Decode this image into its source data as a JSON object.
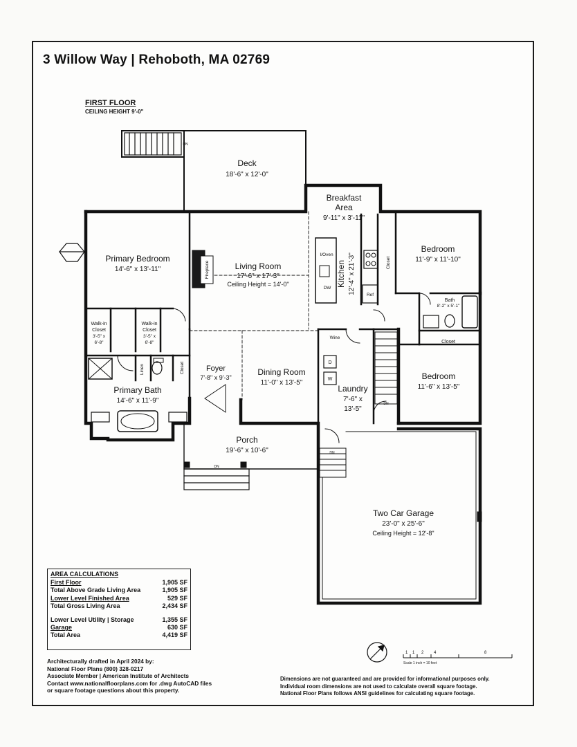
{
  "header": {
    "title": "3 Willow Way | Rehoboth, MA 02769",
    "floor_title": "FIRST FLOOR",
    "floor_ceiling": "CEILING HEIGHT 9'-0\""
  },
  "rooms": {
    "deck": {
      "name": "Deck",
      "dims": "18'-6\" x 12'-0\""
    },
    "breakfast": {
      "name1": "Breakfast",
      "name2": "Area",
      "dims": "9'-11\" x 3'-11\""
    },
    "primary_bedroom": {
      "name": "Primary Bedroom",
      "dims": "14'-6\" x 13'-11\""
    },
    "living_room": {
      "name": "Living Room",
      "dims": "17'-6\" x 17'-3\"",
      "ceiling": "Ceiling Height = 14'-0\""
    },
    "kitchen": {
      "name": "Kitchen",
      "dims": "12'-4\" x 21'-3\""
    },
    "bedroom_1": {
      "name": "Bedroom",
      "dims": "11'-9\" x 11'-10\""
    },
    "bath": {
      "name": "Bath",
      "dims": "8'-2\" x 5'-1\""
    },
    "bedroom_2": {
      "name": "Bedroom",
      "dims": "11'-6\" x 13'-5\""
    },
    "wic_1": {
      "name1": "Walk-in",
      "name2": "Closet",
      "dims1": "3'-5\" x",
      "dims2": "6'-8\""
    },
    "wic_2": {
      "name1": "Walk-in",
      "name2": "Closet",
      "dims1": "3'-5\" x",
      "dims2": "6'-8\""
    },
    "foyer": {
      "name": "Foyer",
      "dims": "7'-8\" x 9'-3\""
    },
    "dining_room": {
      "name": "Dining Room",
      "dims": "11'-0\" x 13'-5\""
    },
    "laundry": {
      "name": "Laundry",
      "dims1": "7'-6\" x",
      "dims2": "13'-5\""
    },
    "primary_bath": {
      "name": "Primary Bath",
      "dims": "14'-6\" x 11'-9\""
    },
    "porch": {
      "name": "Porch",
      "dims": "19'-6\" x 10'-6\""
    },
    "garage": {
      "name": "Two Car Garage",
      "dims": "23'-0\" x 25'-6\"",
      "ceiling": "Ceiling Height = 12'-8\""
    }
  },
  "labels": {
    "closet": "Closet",
    "fireplace": "Fireplace",
    "wine": "Wine",
    "oven": "I/Oven",
    "dw": "DW",
    "ref": "Ref",
    "dn": "DN",
    "washer": "W",
    "dryer": "D",
    "linen": "Linen"
  },
  "area_calculations": {
    "title": "AREA CALCULATIONS",
    "rows": [
      {
        "label": "First Floor",
        "value": "1,905 SF"
      },
      {
        "label": "Total Above Grade Living Area",
        "value": "1,905 SF"
      },
      {
        "label": "Lower Level Finished Area",
        "value": "529 SF"
      },
      {
        "label": "Total Gross Living Area",
        "value": "2,434 SF"
      },
      {
        "label": "Lower Level Utility | Storage",
        "value": "1,355 SF"
      },
      {
        "label": "Garage",
        "value": "630 SF"
      },
      {
        "label": "Total Area",
        "value": "4,419 SF"
      }
    ]
  },
  "credits": [
    "Architecturally drafted in April 2024 by:",
    "National Floor Plans  (800) 328-0217",
    "Associate Member | American Institute of Architects",
    "Contact www.nationalfloorplans.com for .dwg AutoCAD files",
    "or square footage questions about this property."
  ],
  "disclaimer": [
    "Dimensions are not guaranteed and are provided for informational purposes only.",
    "Individual room dimensions are not used to calculate overall square footage.",
    "National Floor Plans follows ANSI guidelines for calculating square footage."
  ],
  "scale": {
    "ticks": [
      "1",
      "1",
      "2",
      "4",
      "8"
    ],
    "label": "Scale 1 inch = 10 feet"
  }
}
